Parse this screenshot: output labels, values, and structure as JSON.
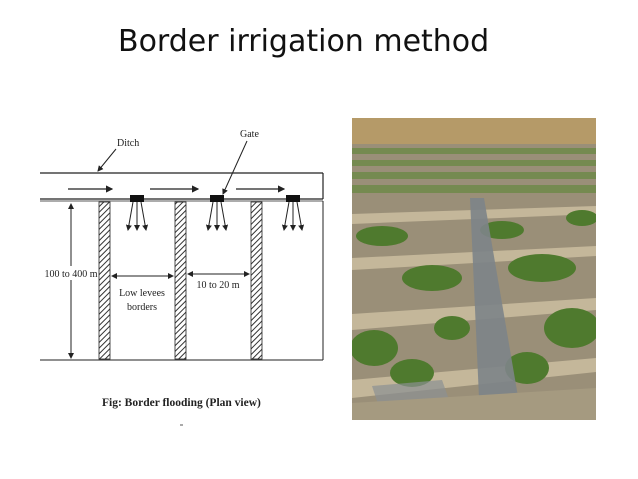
{
  "slide": {
    "title": "Border irrigation method"
  },
  "diagram": {
    "ditch_label": "Ditch",
    "gate_label": "Gate",
    "length_label": "100 to 400 m",
    "width_label": "10 to 20 m",
    "levee_label_line1": "Low levees",
    "levee_label_line2": "borders",
    "caption": "Fig: Border flooding (Plan view)"
  },
  "photo": {
    "subject": "field with border strips and irrigation water",
    "colors": {
      "soil": "#9a8f78",
      "crop": "#4f7a2e",
      "water": "#7d8488",
      "dry_grass": "#b59a68"
    }
  }
}
